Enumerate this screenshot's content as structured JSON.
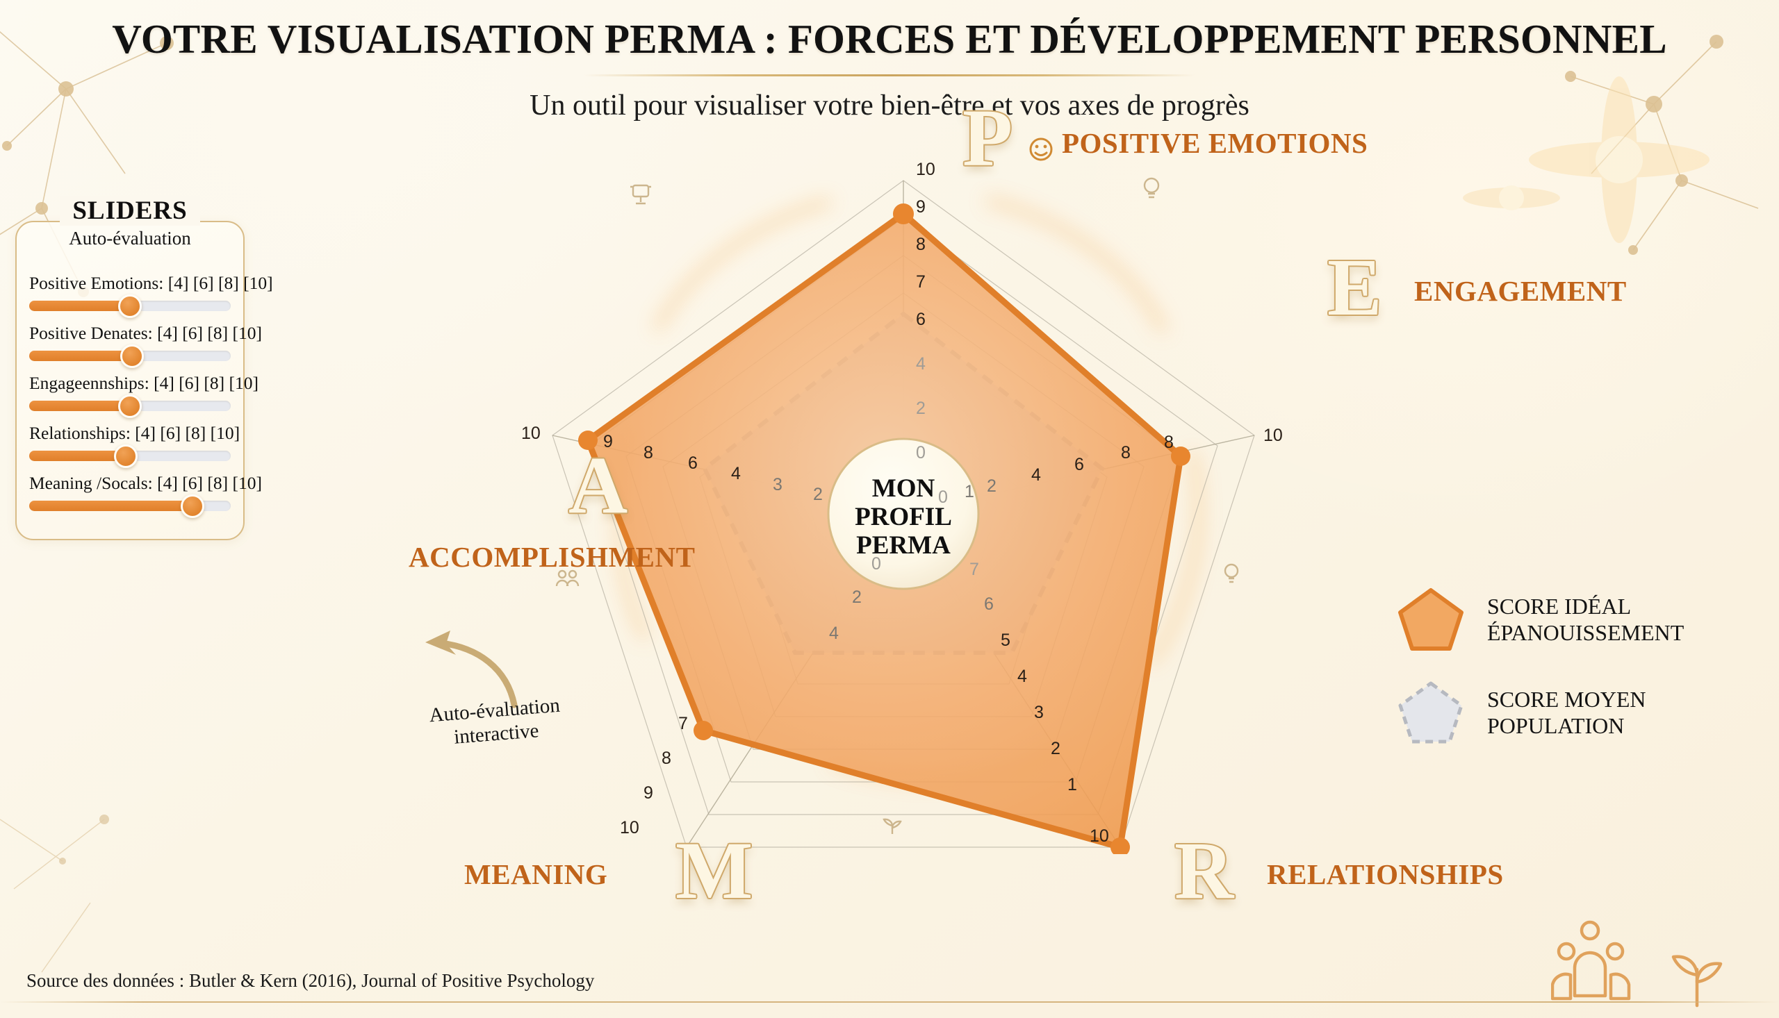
{
  "header": {
    "title": "VOTRE VISUALISATION PERMA : FORCES ET DÉVELOPPEMENT PERSONNEL",
    "subtitle": "Un outil pour visualiser votre bien-être et vos axes de progrès"
  },
  "sliders_panel": {
    "title": "SLIDERS",
    "subtitle": "Auto-évaluation",
    "items": [
      {
        "label": "Positive Emotions: [4] [6] [8] [10]",
        "fill_percent": 50,
        "knob_percent": 50
      },
      {
        "label": "Positive Denates: [4] [6] [8] [10]",
        "fill_percent": 51,
        "knob_percent": 51
      },
      {
        "label": "Engageennships: [4] [6] [8] [10]",
        "fill_percent": 50,
        "knob_percent": 50
      },
      {
        "label": "Relationships: [4] [6] [8] [10]",
        "fill_percent": 48,
        "knob_percent": 48
      },
      {
        "label": "Meaning /Socals: [4] [6] [8] [10]",
        "fill_percent": 81,
        "knob_percent": 81
      }
    ]
  },
  "annotation": {
    "text": "Auto-évaluation\ninteractive",
    "arrow_icon": "curved-arrow-left-icon"
  },
  "radar": {
    "center_label": "MON\nPROFIL\nPERMA",
    "axis_badges": [
      {
        "letter": "P",
        "name": "POSITIVE EMOTIONS",
        "icon": "smiley-icon"
      },
      {
        "letter": "E",
        "name": "ENGAGEMENT",
        "icon": "lightbulb-icon"
      },
      {
        "letter": "R",
        "name": "RELATIONSHIPS",
        "icon": "people-icon"
      },
      {
        "letter": "M",
        "name": "MEANING",
        "icon": "plant-icon"
      },
      {
        "letter": "A",
        "name": "ACCOMPLISHMENT",
        "icon": "trophy-icon"
      }
    ]
  },
  "legend": {
    "items": [
      {
        "label": "SCORE IDÉAL\nÉPANOUISSEMENT",
        "swatch": "pentagon-solid-orange",
        "color": "#f0a45f",
        "border": "#e07f2a"
      },
      {
        "label": "SCORE MOYEN\nPOPULATION",
        "swatch": "pentagon-dashed-grey",
        "color": "#e3e5ea",
        "border": "#b5b8bf"
      }
    ]
  },
  "footer": {
    "source": "Source des données : Butler & Kern (2016), Journal of Positive Psychology"
  },
  "palette": {
    "accent_orange": "#e07f2a",
    "accent_orange_light": "#f2a862",
    "gold": "#d9bc87",
    "axis_title": "#c0631a",
    "grey_series": "#e3e5ea",
    "background": "#fbf5e6"
  },
  "chart_data": {
    "type": "radar",
    "title": "MON PROFIL PERMA",
    "categories": [
      "POSITIVE EMOTIONS",
      "ENGAGEMENT",
      "RELATIONSHIPS",
      "MEANING",
      "ACCOMPLISHMENT"
    ],
    "rmax": 10,
    "rmin": 0,
    "grid": true,
    "legend_position": "right",
    "series": [
      {
        "name": "SCORE IDÉAL ÉPANOUISSEMENT",
        "color": "#e07f2a",
        "fill": "#f2a862",
        "values": [
          9,
          8,
          10,
          6,
          9
        ]
      },
      {
        "name": "SCORE MOYEN POPULATION",
        "color": "#b5b8bf",
        "fill": "#e3e5ea",
        "style": "dashed",
        "values": [
          6,
          5,
          5,
          5,
          5
        ]
      }
    ],
    "tick_labels": {
      "POSITIVE EMOTIONS": [
        "10",
        "9",
        "8",
        "7",
        "6",
        "4",
        "2",
        "0"
      ],
      "ENGAGEMENT": [
        "10",
        "8",
        "8",
        "6",
        "4",
        "2",
        "1",
        "0"
      ],
      "RELATIONSHIPS": [
        "10",
        "1",
        "2",
        "3",
        "4",
        "5",
        "6",
        "7"
      ],
      "MEANING": [
        "0",
        "2",
        "4",
        "7",
        "8",
        "9",
        "10"
      ],
      "ACCOMPLISHMENT": [
        "10",
        "9",
        "8",
        "6",
        "4",
        "3",
        "2",
        "0"
      ]
    }
  }
}
